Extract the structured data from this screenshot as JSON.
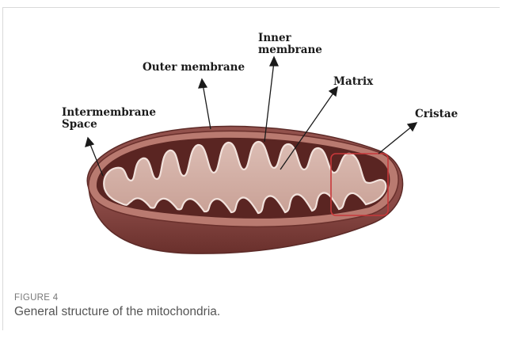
{
  "labels": {
    "inner_membrane": "Inner\nmembrane",
    "outer_membrane": "Outer membrane",
    "matrix": "Matrix",
    "intermembrane_space": "Intermembrane\nSpace",
    "cristae": "Cristae"
  },
  "caption": {
    "figure_number": "FIGURE 4",
    "text": "General structure of the mitochondria."
  },
  "colors": {
    "outer_body": "#8a4a46",
    "outer_body_dark": "#6f3531",
    "intermembrane": "#5a2522",
    "cristae_fill": "#d9b7ae",
    "highlight_box": "#c8383a"
  }
}
